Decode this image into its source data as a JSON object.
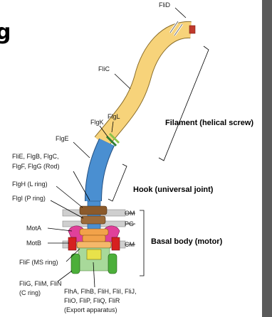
{
  "corner_glyph": "g",
  "colors": {
    "filament": "#f7d37a",
    "hook": "#4a8fd1",
    "rod": "#4a8fd1",
    "l_ring": "#8b5a2b",
    "p_ring": "#9c6b3a",
    "mota": "#e0409a",
    "motb": "#d62020",
    "ms_ring": "#f2a24a",
    "c_ring": "#4caf3a",
    "export": "#a8d99a",
    "cap": "#c0392b",
    "membrane": "#cfcfcf",
    "right_border": "#5a5a5a"
  },
  "labels": {
    "flid": "FliD",
    "flic": "FliC",
    "flil": "FlgL",
    "flgk": "FlgK",
    "flge": "FlgE",
    "rod_line1": "FliE, FlgB, FlgC,",
    "rod_line2": "FlgF, FlgG (Rod)",
    "flgh": "FlgH (L ring)",
    "flgi": "FlgI (P ring)",
    "mota": "MotA",
    "motb": "MotB",
    "flif": "FliF (MS ring)",
    "cring_line1": "FliG, FliM, FliN",
    "cring_line2": "(C ring)",
    "export_line1": "FlhA, FlhB, FliH, FliI, FliJ,",
    "export_line2": "FliO, FliP, FliQ, FliR",
    "export_line3": "(Export apparatus)",
    "om": "OM",
    "pg": "PG",
    "cm": "CM"
  },
  "sections": {
    "filament": "Filament (helical screw)",
    "hook": "Hook (universal joint)",
    "basal": "Basal body (motor)"
  }
}
